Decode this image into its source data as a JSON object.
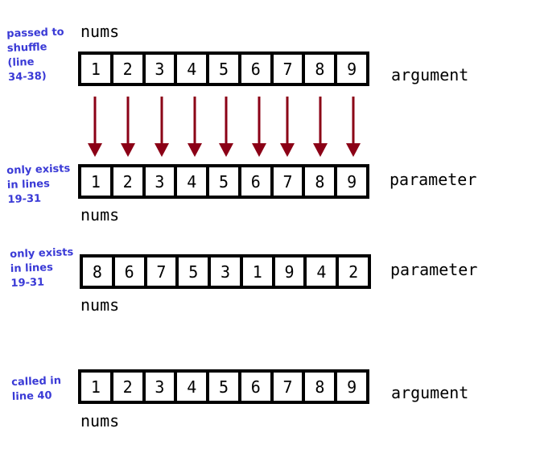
{
  "rows": [
    {
      "note": [
        "passed to",
        "shuffle",
        "(line",
        "34-38)"
      ],
      "name": "nums",
      "values": [
        "1",
        "2",
        "3",
        "4",
        "5",
        "6",
        "7",
        "8",
        "9"
      ],
      "label": "argument"
    },
    {
      "note": [
        "only exists",
        "in lines",
        "19-31"
      ],
      "name": "nums",
      "values": [
        "1",
        "2",
        "3",
        "4",
        "5",
        "6",
        "7",
        "8",
        "9"
      ],
      "label": "parameter"
    },
    {
      "note": [
        "only exists",
        "in lines",
        "19-31"
      ],
      "name": "nums",
      "values": [
        "8",
        "6",
        "7",
        "5",
        "3",
        "1",
        "9",
        "4",
        "2"
      ],
      "label": "parameter"
    },
    {
      "note": [
        "called in",
        "line 40"
      ],
      "name": "nums",
      "values": [
        "1",
        "2",
        "3",
        "4",
        "5",
        "6",
        "7",
        "8",
        "9"
      ],
      "label": "argument"
    }
  ],
  "colors": {
    "note": "#3a3ad6",
    "arrow": "#8b0016"
  }
}
